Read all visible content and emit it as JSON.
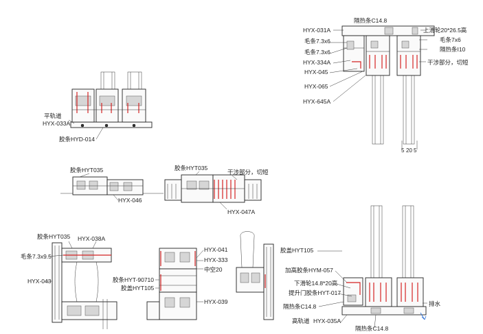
{
  "labels": {
    "top_right": {
      "insulation_c148_top": "隔热条C14.8",
      "hyx_031a": "HYX-031A",
      "upper_pulley": "上滑轮20*26.5高",
      "brush_73x6_a": "毛条7.3x6",
      "brush_7x6": "毛条7x6",
      "brush_73x6_b": "毛条7.3x6",
      "insulation_i10": "隔热条I10",
      "hyx_334a": "HYX-334A",
      "interference_cut_a": "干涉部分，切短",
      "hyx_045": "HYX-045",
      "hyx_065": "HYX-065",
      "hyx_645a": "HYX-645A",
      "dim_5": "5",
      "dim_20": "20",
      "dim_5b": "5"
    },
    "top_left": {
      "flat_track": "平轨道",
      "hyx_033a": "HYX-033A",
      "gasket_hyd014": "胶条HYD-014"
    },
    "middle": {
      "gasket_hyt035_a": "胶条HYT035",
      "hyx_046": "HYX-046",
      "gasket_hyt035_b": "胶条HYT035",
      "interference_cut_b": "干涉部分，切短",
      "hyx_047a": "HYX-047A"
    },
    "bottom_left": {
      "gasket_hyt035_c": "胶条HYT035",
      "hyx_038a": "HYX-038A",
      "brush_73x95": "毛条7.3x9.5",
      "hyx_043": "HYX-043"
    },
    "bottom_center": {
      "hyx_041": "HYX-041",
      "hyx_333": "HYX-333",
      "hollow_20": "中空20",
      "gasket_hyt90710": "胶条HYT-90710",
      "gasket_cover_hyt105_a": "胶盖HYT105",
      "hyx_039": "HYX-039"
    },
    "bottom_right": {
      "gasket_cover_hyt105_b": "胶盖HYT105",
      "raised_gasket_hym057": "加高胶条HYM-057",
      "lower_pulley": "下滑轮14.8*20高",
      "lift_door_gasket": "提升门胶条HYT-017",
      "insulation_c148_mid": "隔热条C14.8",
      "drain": "排水",
      "high_track": "高轨道",
      "hyx_035a": "HYX-035A",
      "insulation_c148_bottom": "隔热条C14.8"
    }
  },
  "colors": {
    "line": "#222222",
    "highlight": "#d42222",
    "drain_arrow": "#2a6fd6"
  }
}
